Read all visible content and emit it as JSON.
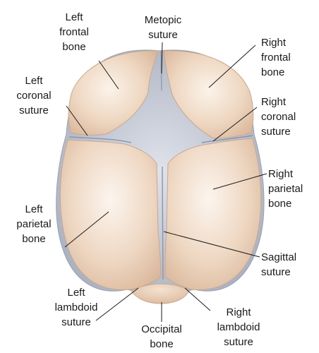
{
  "labels": {
    "left_frontal": [
      "Left",
      "frontal",
      "bone"
    ],
    "metopic": [
      "Metopic",
      "suture"
    ],
    "right_frontal": [
      "Right",
      "frontal",
      "bone"
    ],
    "left_coronal": [
      "Left",
      "coronal",
      "suture"
    ],
    "right_coronal": [
      "Right",
      "coronal",
      "suture"
    ],
    "right_parietal": [
      "Right",
      "parietal",
      "bone"
    ],
    "left_parietal": [
      "Left",
      "parietal",
      "bone"
    ],
    "sagittal": [
      "Sagittal",
      "suture"
    ],
    "left_lambdoid": [
      "Left",
      "lambdoid",
      "suture"
    ],
    "occipital": [
      "Occipital",
      "bone"
    ],
    "right_lambdoid": [
      "Right",
      "lambdoid",
      "suture"
    ]
  },
  "colors": {
    "bone_light": "#f6e8d8",
    "bone_mid": "#ebd2ba",
    "bone_dark": "#d9b79a",
    "membrane": "#b9bfcd",
    "suture_line": "#8d94a6",
    "leader": "#1a1a1a"
  }
}
